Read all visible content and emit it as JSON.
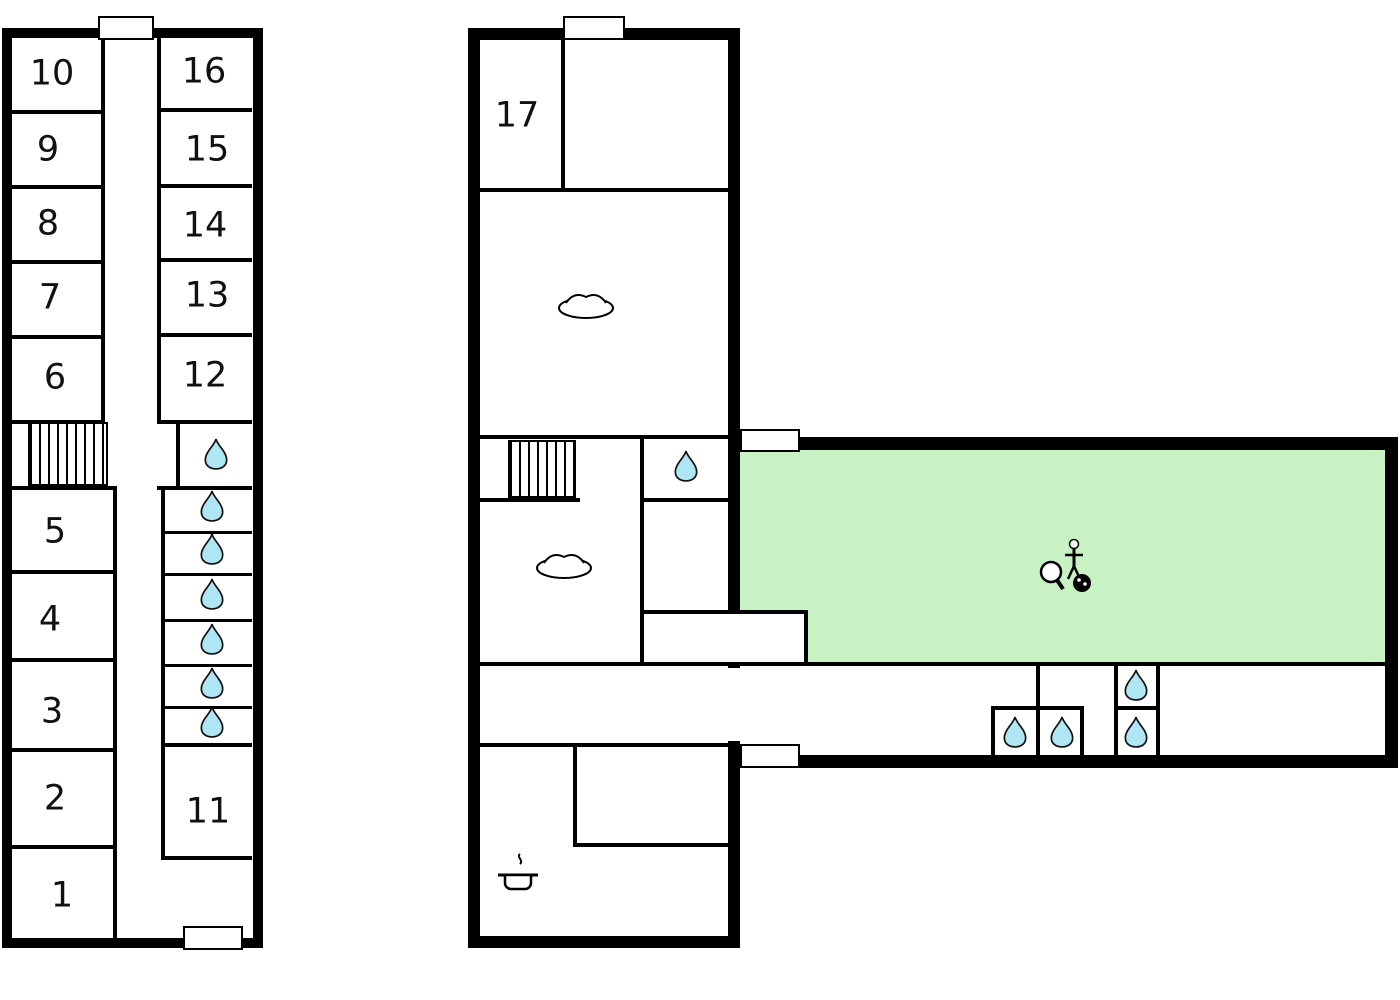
{
  "floor_plan": {
    "colors": {
      "wall": "#000000",
      "background": "#ffffff",
      "activity_room_fill": "#c9f2c4",
      "water_drop_fill": "#aee6f4"
    },
    "left_building": {
      "rooms": {
        "r1": "1",
        "r2": "2",
        "r3": "3",
        "r4": "4",
        "r5": "5",
        "r6": "6",
        "r7": "7",
        "r8": "8",
        "r9": "9",
        "r10": "10",
        "r11": "11",
        "r12": "12",
        "r13": "13",
        "r14": "14",
        "r15": "15",
        "r16": "16"
      }
    },
    "right_building": {
      "rooms": {
        "r17": "17"
      }
    },
    "icons": {
      "water_drop": "water-drop-icon",
      "stairs": "stairs-icon",
      "sofa": "sofa-icon",
      "cooking_pot": "kitchen-pot-icon",
      "table_tennis": "table-tennis-icon"
    }
  }
}
